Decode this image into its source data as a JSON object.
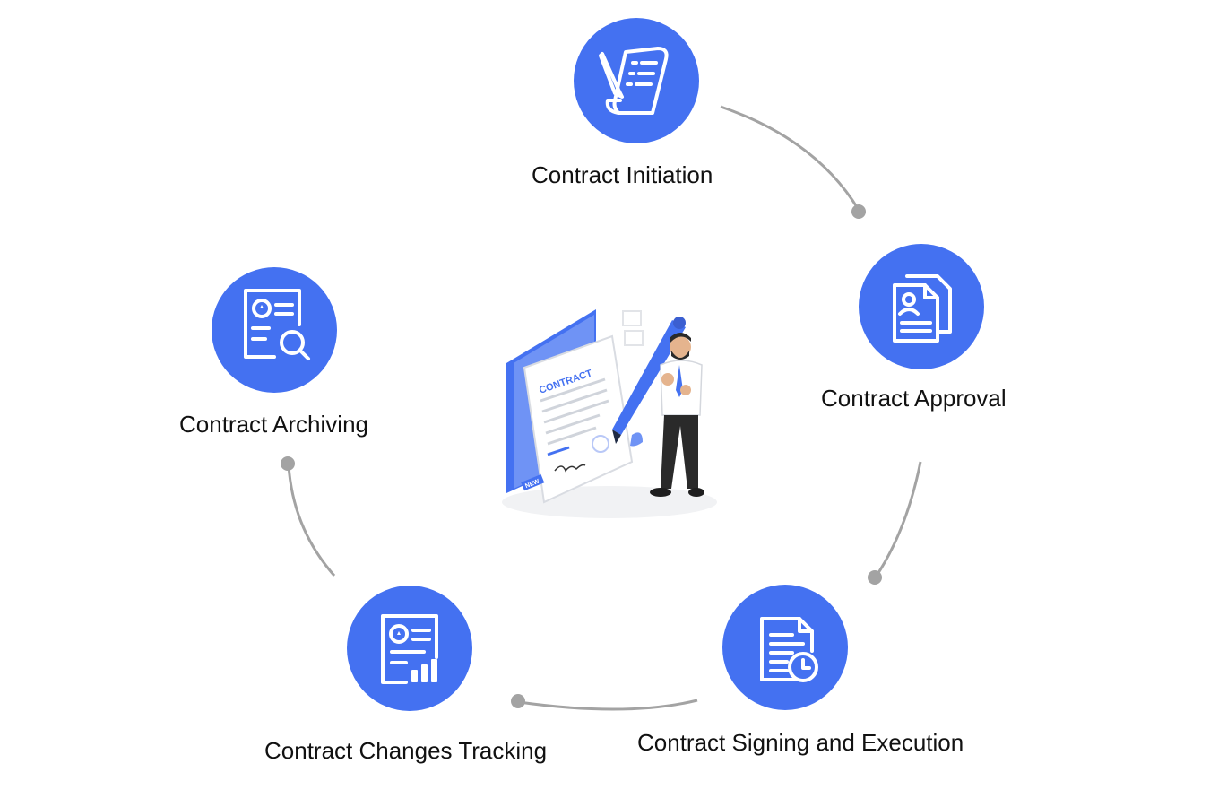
{
  "colors": {
    "accent": "#4471f1",
    "connector": "#a3a3a3",
    "text": "#111111"
  },
  "steps": [
    {
      "id": "initiation",
      "label": "Contract Initiation",
      "icon": "document-signing-icon"
    },
    {
      "id": "approval",
      "label": "Contract Approval",
      "icon": "stacked-documents-icon"
    },
    {
      "id": "signing",
      "label": "Contract Signing and Execution",
      "icon": "document-clock-icon"
    },
    {
      "id": "tracking",
      "label": "Contract Changes Tracking",
      "icon": "document-chart-icon"
    },
    {
      "id": "archiving",
      "label": "Contract Archiving",
      "icon": "document-search-icon"
    }
  ],
  "illustration": {
    "document_title": "CONTRACT",
    "badge_text": "NEW"
  }
}
